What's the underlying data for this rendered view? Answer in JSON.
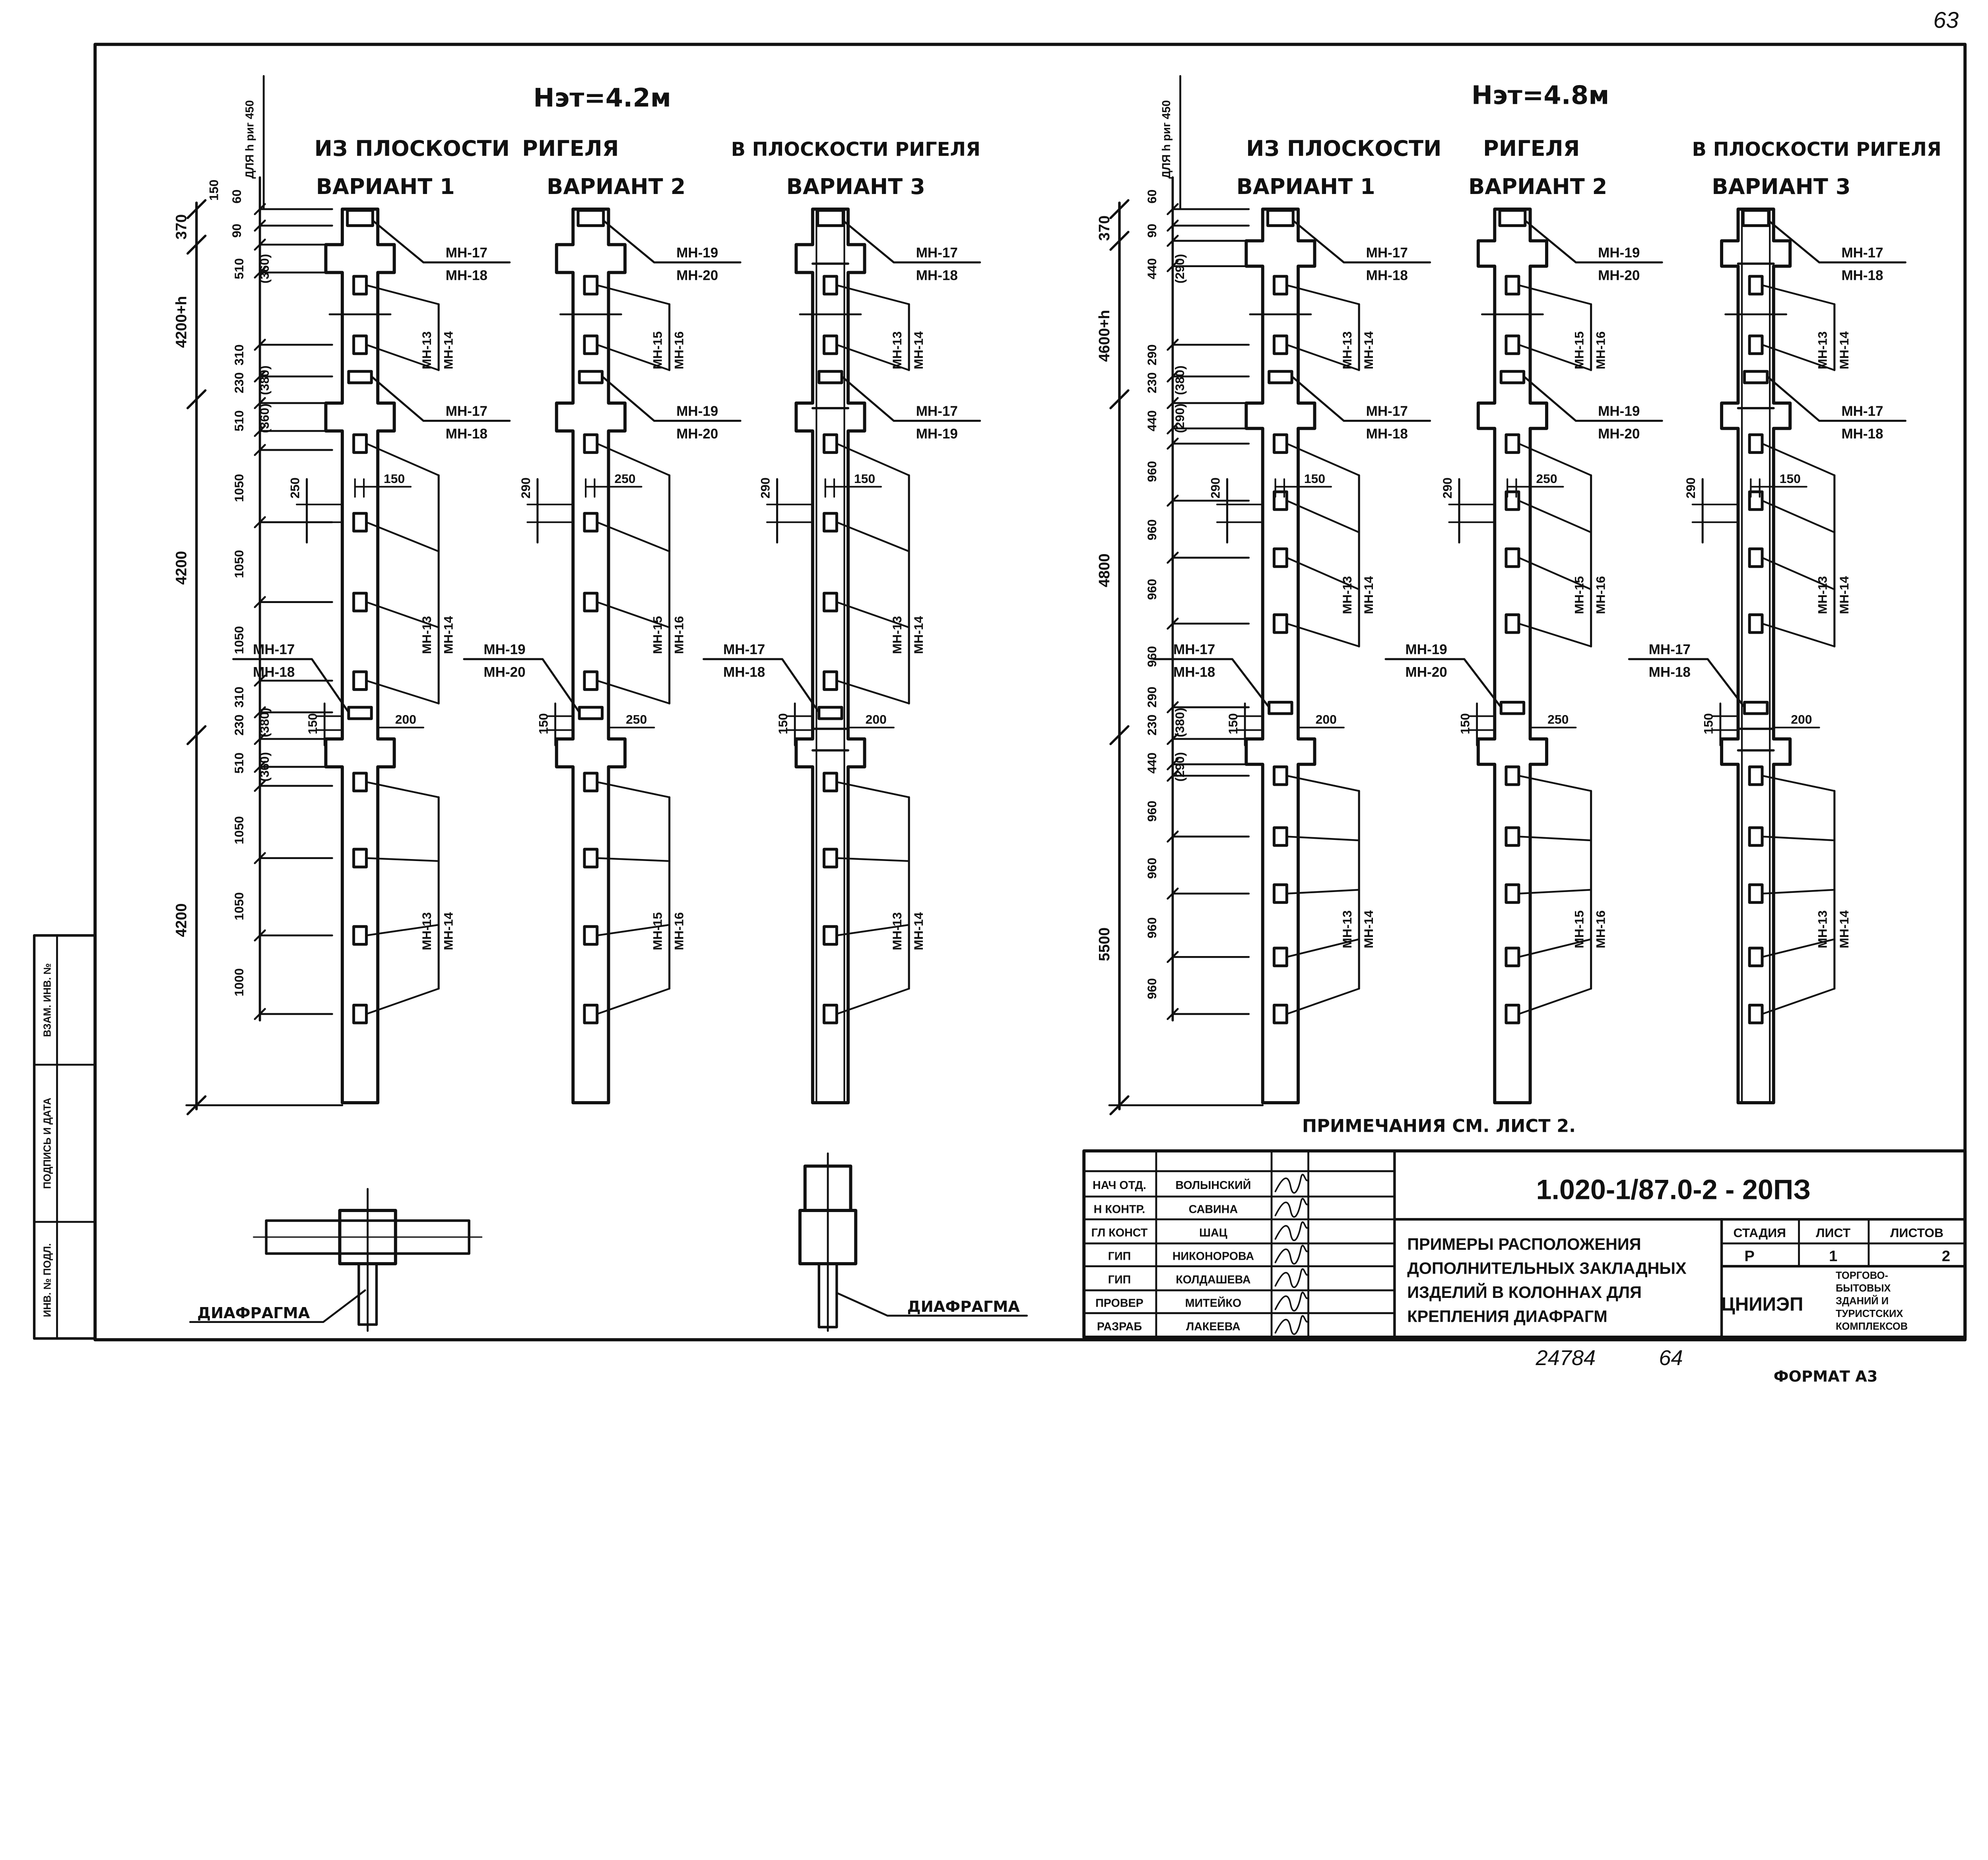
{
  "page_number": "63",
  "groups": [
    {
      "height_label": "Нэт=4.2м",
      "heading_out_of_plane": "ИЗ ПЛОСКОСТИ",
      "heading_rigel": "РИГЕЛЯ",
      "heading_in_plane": "В ПЛОСКОСТИ РИГЕЛЯ",
      "rigel_note": "ДЛЯ h риг 450",
      "outer_dims": [
        "370",
        "4200+h",
        "4200",
        "4200"
      ],
      "inner_dims": [
        "150",
        "60",
        "90",
        "510",
        "(360)",
        "230",
        "310",
        "(380)",
        "510",
        "(360)",
        "1050",
        "1050",
        "1050",
        "230",
        "310",
        "(380)",
        "510",
        "(360)",
        "1050",
        "1050",
        "1000"
      ],
      "variants": [
        {
          "title": "ВАРИАНТ 1",
          "marks": [
            [
              "МН-17",
              "МН-18"
            ],
            [
              "МН-13",
              "МН-14"
            ],
            [
              "МН-17",
              "МН-18"
            ],
            [
              "МН-13",
              "МН-14"
            ],
            [
              "МН-17",
              "МН-18"
            ],
            [
              "МН-13",
              "МН-14"
            ]
          ],
          "dims": [
            "250",
            "150",
            "150",
            "200"
          ]
        },
        {
          "title": "ВАРИАНТ 2",
          "marks": [
            [
              "МН-19",
              "МН-20"
            ],
            [
              "МН-15",
              "МН-16"
            ],
            [
              "МН-19",
              "МН-20"
            ],
            [
              "МН-15",
              "МН-16"
            ],
            [
              "МН-19",
              "МН-20"
            ],
            [
              "МН-15",
              "МН-16"
            ]
          ],
          "dims": [
            "290",
            "250",
            "150",
            "250"
          ]
        },
        {
          "title": "ВАРИАНТ 3",
          "marks": [
            [
              "МН-17",
              "МН-18"
            ],
            [
              "МН-13",
              "МН-14"
            ],
            [
              "МН-17",
              "МН-19"
            ],
            [
              "МН-13",
              "МН-14"
            ],
            [
              "МН-17",
              "МН-18"
            ],
            [
              "МН-13",
              "МН-14"
            ]
          ],
          "dims": [
            "290",
            "150",
            "150",
            "200"
          ]
        }
      ]
    },
    {
      "height_label": "Нэт=4.8м",
      "heading_out_of_plane": "ИЗ ПЛОСКОСТИ",
      "heading_rigel": "РИГЕЛЯ",
      "heading_in_plane": "В ПЛОСКОСТИ РИГЕЛЯ",
      "rigel_note": "ДЛЯ h риг 450",
      "outer_dims": [
        "370",
        "4600+h",
        "4800",
        "5500"
      ],
      "inner_dims": [
        "60",
        "90",
        "440",
        "(290)",
        "230",
        "290",
        "(380)",
        "440",
        "(290)",
        "960",
        "960",
        "960",
        "960",
        "230",
        "290",
        "(380)",
        "440",
        "(290)",
        "960",
        "960",
        "960",
        "960"
      ],
      "variants": [
        {
          "title": "ВАРИАНТ 1",
          "marks": [
            [
              "МН-17",
              "МН-18"
            ],
            [
              "МН-13",
              "МН-14"
            ],
            [
              "МН-17",
              "МН-18"
            ],
            [
              "МН-13",
              "МН-14"
            ],
            [
              "МН-17",
              "МН-18"
            ],
            [
              "МН-13",
              "МН-14"
            ]
          ],
          "dims": [
            "290",
            "150",
            "150",
            "200"
          ]
        },
        {
          "title": "ВАРИАНТ 2",
          "marks": [
            [
              "МН-19",
              "МН-20"
            ],
            [
              "МН-15",
              "МН-16"
            ],
            [
              "МН-19",
              "МН-20"
            ],
            [
              "МН-15",
              "МН-16"
            ],
            [
              "МН-19",
              "МН-20"
            ],
            [
              "МН-15",
              "МН-16"
            ]
          ],
          "dims": [
            "290",
            "250",
            "150",
            "250"
          ]
        },
        {
          "title": "ВАРИАНТ 3",
          "marks": [
            [
              "МН-17",
              "МН-18"
            ],
            [
              "МН-13",
              "МН-14"
            ],
            [
              "МН-17",
              "МН-18"
            ],
            [
              "МН-13",
              "МН-14"
            ],
            [
              "МН-17",
              "МН-18"
            ],
            [
              "МН-13",
              "МН-14"
            ]
          ],
          "dims": [
            "290",
            "150",
            "150",
            "200"
          ]
        }
      ]
    }
  ],
  "notes": "ПРИМЕЧАНИЯ СМ. ЛИСТ 2.",
  "details": {
    "left_label": "ДИАФРАГМА",
    "right_label": "ДИАФРАГМА"
  },
  "side_stamp": [
    "ВЗАМ. ИНВ. №",
    "ПОДПИСЬ И ДАТА",
    "ИНВ. № ПОДЛ."
  ],
  "title_block": {
    "code": "1.020-1/87.0-2   - 20ПЗ",
    "staff": [
      {
        "role": "НАЧ ОТД.",
        "name": "ВОЛЫНСКИЙ"
      },
      {
        "role": "Н КОНТР.",
        "name": "САВИНА"
      },
      {
        "role": "ГЛ КОНСТ",
        "name": "ШАЦ"
      },
      {
        "role": "ГИП",
        "name": "НИКОНОРОВА"
      },
      {
        "role": "ГИП",
        "name": "КОЛДАШЕВА"
      },
      {
        "role": "ПРОВЕР",
        "name": "МИТЕЙКО"
      },
      {
        "role": "РАЗРАБ",
        "name": "ЛАКЕЕВА"
      }
    ],
    "description": [
      "ПРИМЕРЫ  РАСПОЛОЖЕНИЯ",
      "ДОПОЛНИТЕЛЬНЫХ ЗАКЛАДНЫХ",
      "ИЗДЕЛИЙ  В КОЛОННАХ  ДЛЯ",
      "КРЕПЛЕНИЯ  ДИАФРАГМ"
    ],
    "stage_header": "СТАДИЯ",
    "sheet_header": "ЛИСТ",
    "sheets_header": "ЛИСТОВ",
    "stage": "Р",
    "sheet": "1",
    "sheets": "2",
    "org": "ЦНИИЭП",
    "org_sub": [
      "ТОРГОВО-",
      "БЫТОВЫХ",
      "ЗДАНИЙ И",
      "ТУРИСТСКИХ",
      "КОМПЛЕКСОВ"
    ]
  },
  "footer": {
    "inventory": "24784",
    "page": "64",
    "format": "ФОРМАТ А3"
  }
}
